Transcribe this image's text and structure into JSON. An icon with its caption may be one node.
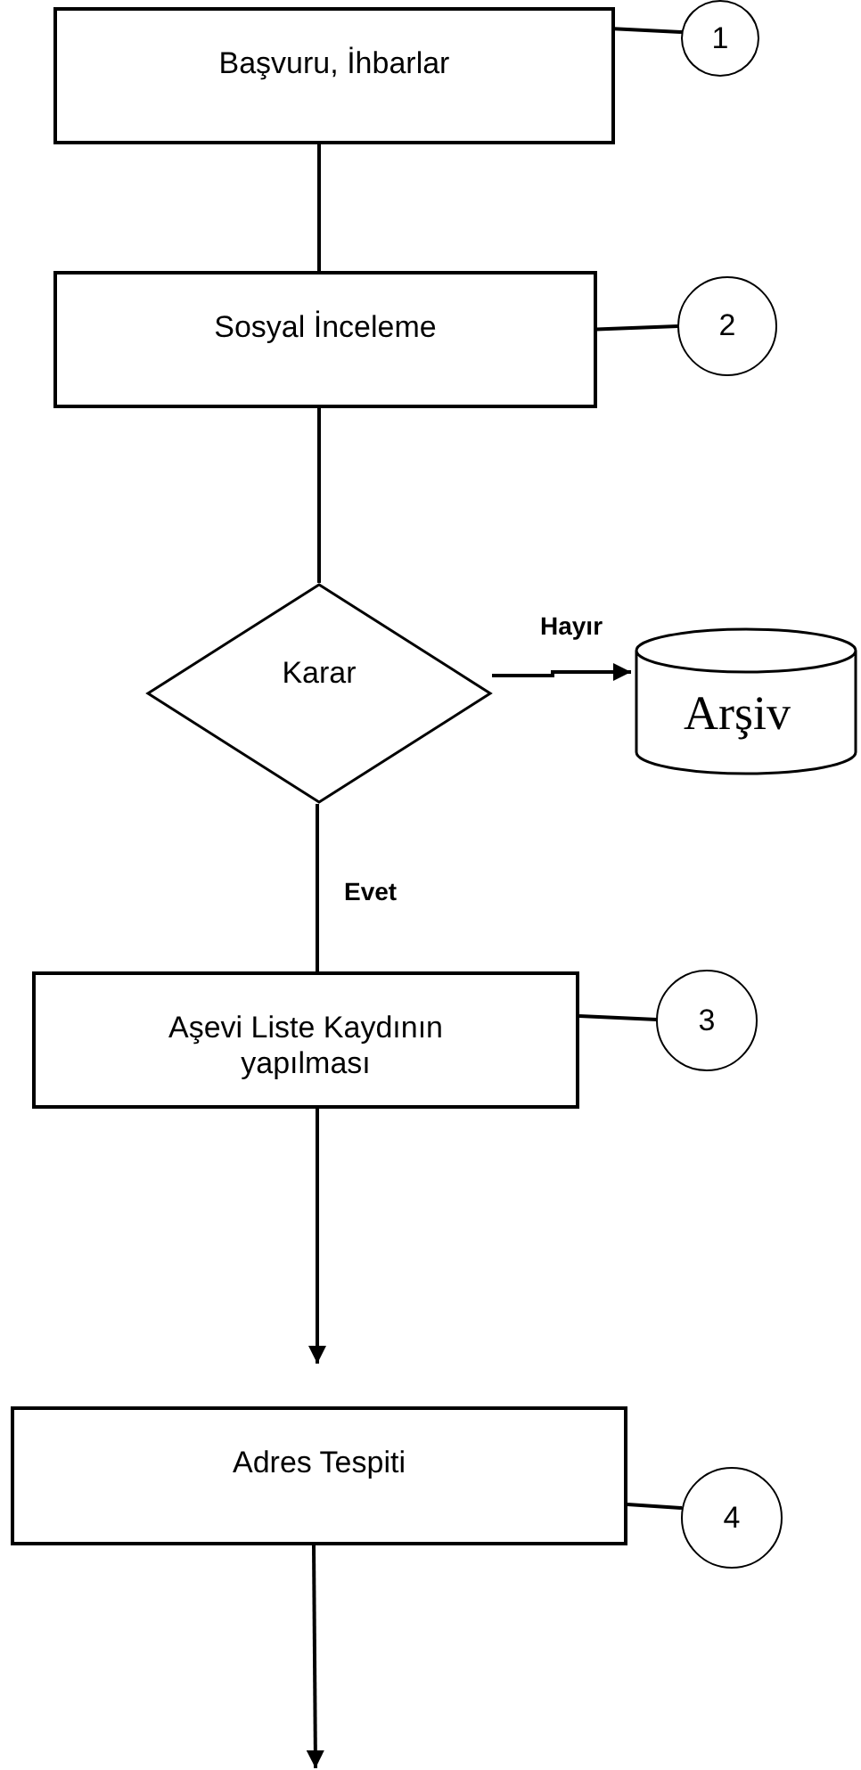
{
  "diagram": {
    "nodes": [
      {
        "text": [
          "Başvuru, İhbarlar"
        ]
      },
      {
        "text": [
          "1"
        ]
      },
      {
        "text": [
          "Sosyal İnceleme"
        ]
      },
      {
        "text": [
          "2"
        ]
      },
      {
        "text": [
          "Karar"
        ]
      },
      {
        "text": [
          "Arşiv"
        ]
      },
      {
        "text": [
          "Aşevi Liste Kaydının yapılması"
        ]
      },
      {
        "text": [
          "3"
        ]
      },
      {
        "text": [
          "Adres Tespiti"
        ]
      },
      {
        "text": [
          "4"
        ]
      }
    ],
    "edges": [
      {
        "from": 0,
        "to": 1,
        "arrow": "none"
      },
      {
        "from": 0,
        "to": 2,
        "arrow": "none"
      },
      {
        "from": 2,
        "to": 3,
        "arrow": "none"
      },
      {
        "from": 2,
        "to": 4,
        "arrow": "none"
      },
      {
        "from": 4,
        "to": 5,
        "arrow": "to",
        "label": "Hayır"
      },
      {
        "from": 4,
        "to": 6,
        "arrow": "none",
        "label": "Evet"
      },
      {
        "from": 6,
        "to": 7,
        "arrow": "none"
      },
      {
        "from": 6,
        "to": 8,
        "arrow": "to"
      },
      {
        "from": 8,
        "to": 9,
        "arrow": "none"
      },
      {
        "from": 8,
        "to": null,
        "arrow": "to"
      }
    ]
  }
}
